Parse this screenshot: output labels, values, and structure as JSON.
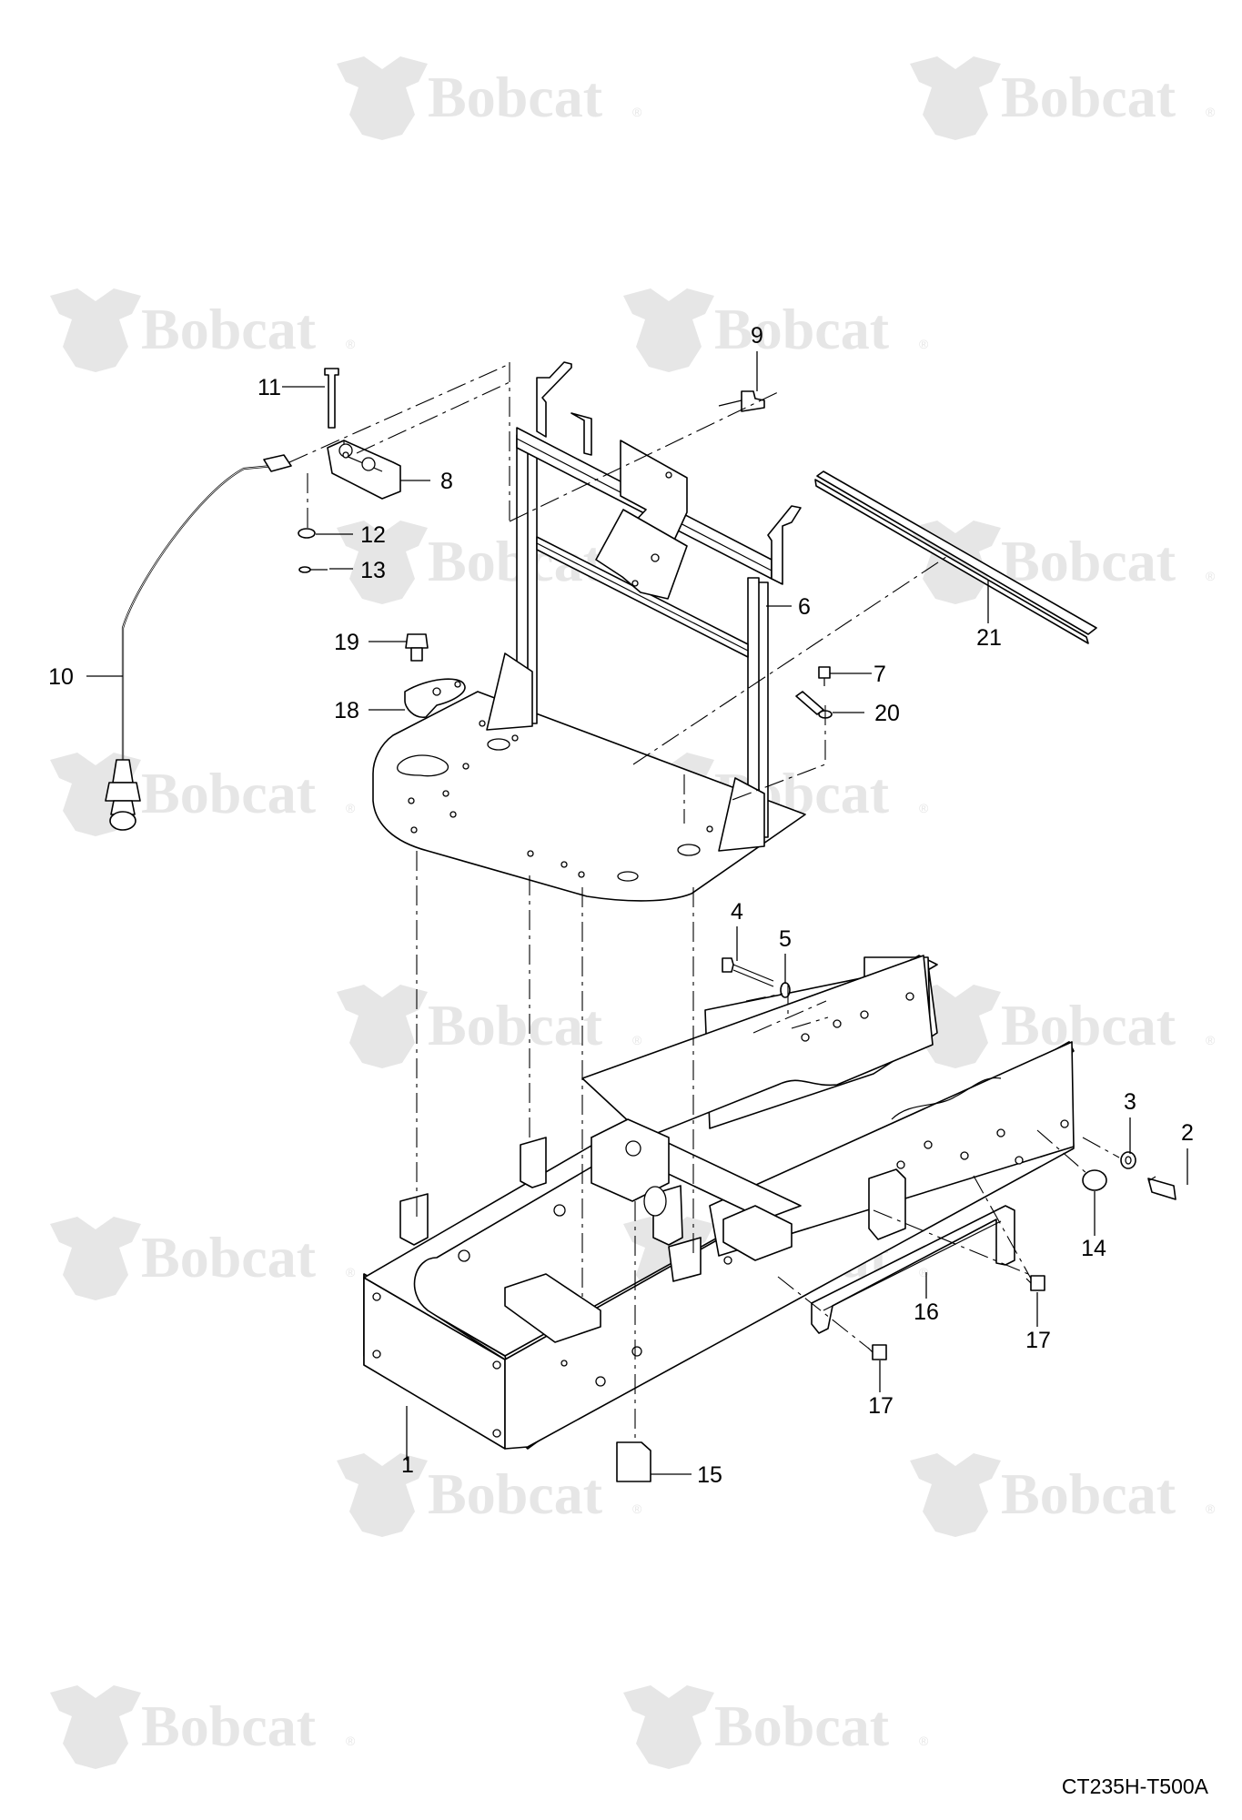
{
  "diagram": {
    "title": "",
    "drawing_id": "CT235H-T500A",
    "watermark_text": "Bobcat",
    "watermark_mark": "®",
    "colors": {
      "line": "#000000",
      "watermark": "#e6e6e6",
      "background": "#ffffff"
    },
    "callouts": [
      {
        "id": "c1",
        "label": "1"
      },
      {
        "id": "c2",
        "label": "2"
      },
      {
        "id": "c3",
        "label": "3"
      },
      {
        "id": "c4",
        "label": "4"
      },
      {
        "id": "c5",
        "label": "5"
      },
      {
        "id": "c6",
        "label": "6"
      },
      {
        "id": "c7",
        "label": "7"
      },
      {
        "id": "c8",
        "label": "8"
      },
      {
        "id": "c9",
        "label": "9"
      },
      {
        "id": "c10",
        "label": "10"
      },
      {
        "id": "c11",
        "label": "11"
      },
      {
        "id": "c12",
        "label": "12"
      },
      {
        "id": "c13",
        "label": "13"
      },
      {
        "id": "c14",
        "label": "14"
      },
      {
        "id": "c15",
        "label": "15"
      },
      {
        "id": "c16",
        "label": "16"
      },
      {
        "id": "c17a",
        "label": "17"
      },
      {
        "id": "c17b",
        "label": "17"
      },
      {
        "id": "c18",
        "label": "18"
      },
      {
        "id": "c19",
        "label": "19"
      },
      {
        "id": "c20",
        "label": "20"
      },
      {
        "id": "c21",
        "label": "21"
      }
    ]
  }
}
